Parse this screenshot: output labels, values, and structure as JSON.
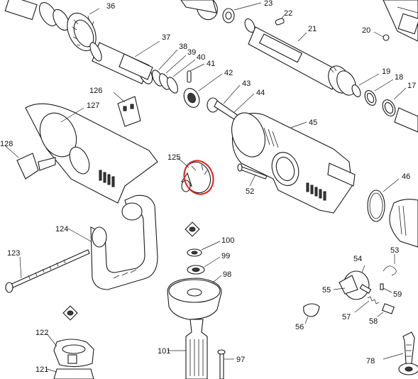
{
  "labels": {
    "p36": "36",
    "p23": "23",
    "p22": "22",
    "p21": "21",
    "p20": "20",
    "p37": "37",
    "p38": "38",
    "p39": "39",
    "p40": "40",
    "p41": "41",
    "p42": "42",
    "p43": "43",
    "p44": "44",
    "p19": "19",
    "p18": "18",
    "p17": "17",
    "p126": "126",
    "p127": "127",
    "p128": "128",
    "p125": "125",
    "p45": "45",
    "p46": "46",
    "p52": "52",
    "p124": "124",
    "p123": "123",
    "p100": "100",
    "p99": "99",
    "p98": "98",
    "p53": "53",
    "p54": "54",
    "p55": "55",
    "p59": "59",
    "p56": "56",
    "p57": "57",
    "p58": "58",
    "p122": "122",
    "p121": "121",
    "p101": "101",
    "p97": "97",
    "p78": "78"
  },
  "highlight": {
    "color": "#e02020"
  }
}
